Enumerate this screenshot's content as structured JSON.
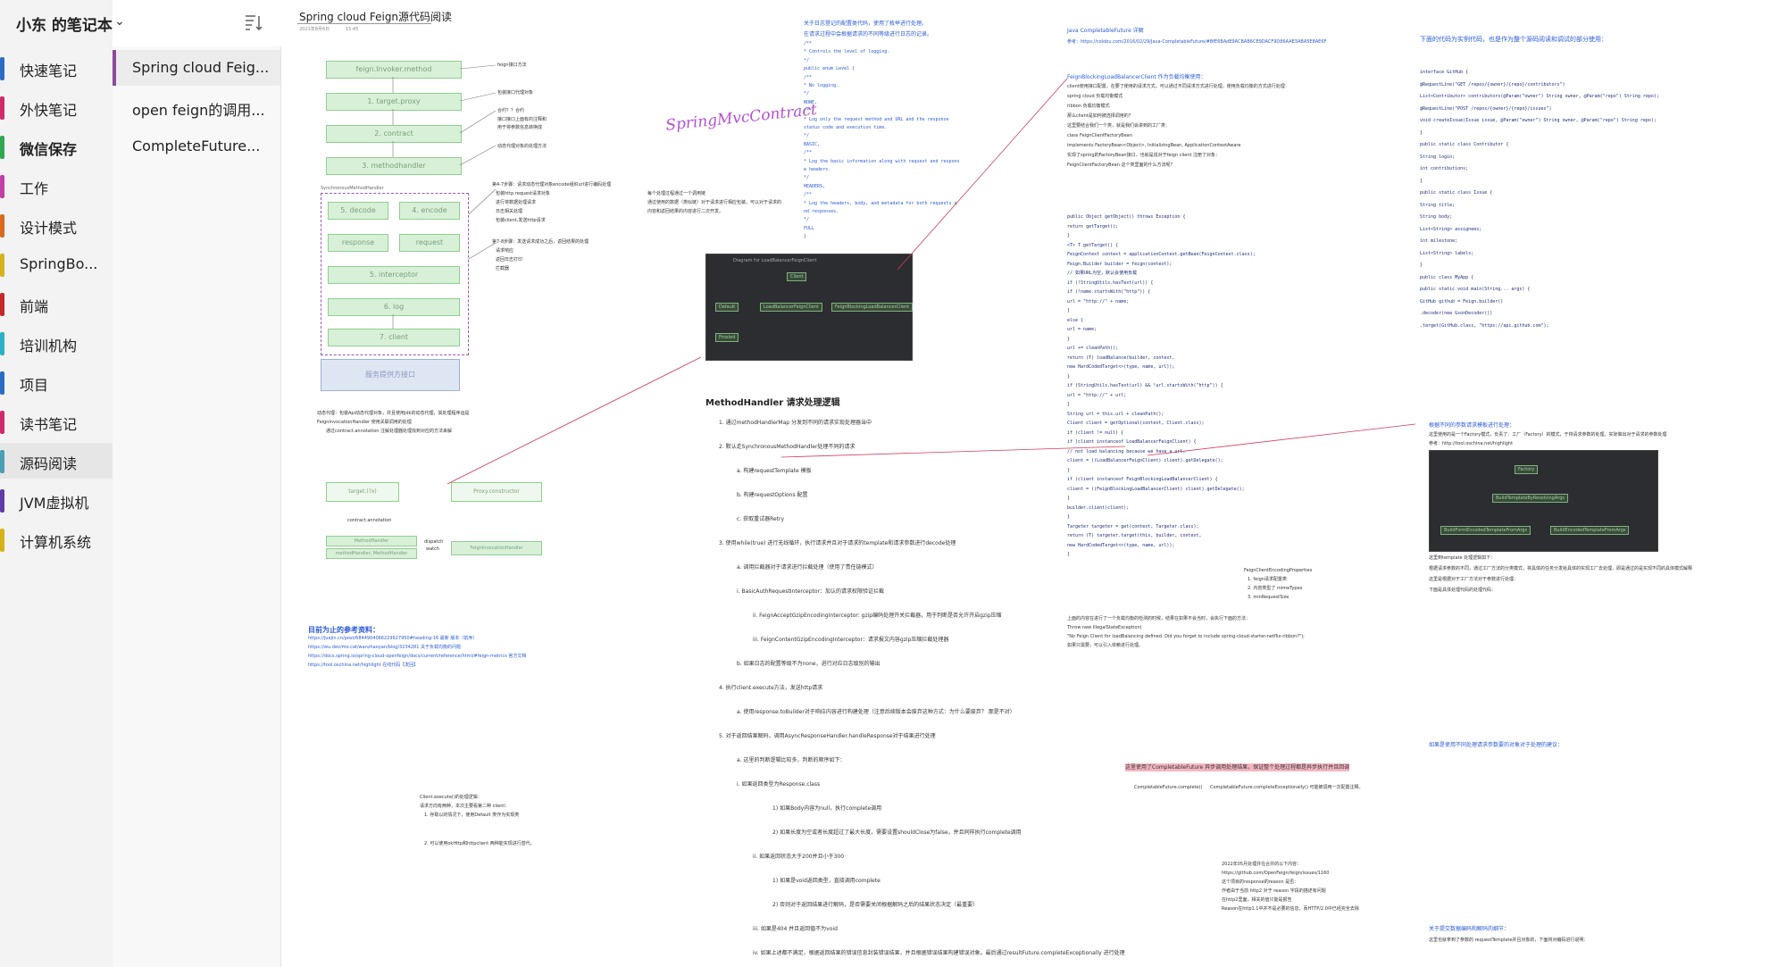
{
  "notebook": {
    "title": "小东 的笔记本",
    "sections": [
      {
        "label": "快速笔记",
        "color": "#2b6cc4"
      },
      {
        "label": "外快笔记",
        "color": "#d12a6a"
      },
      {
        "label": "微信保存",
        "color": "#2fa84f"
      },
      {
        "label": "工作",
        "color": "#c43ea8"
      },
      {
        "label": "设计模式",
        "color": "#d96a1e"
      },
      {
        "label": "SpringBo...",
        "color": "#d6b21a"
      },
      {
        "label": "前端",
        "color": "#c22a2a"
      },
      {
        "label": "培训机构",
        "color": "#2ab1c7"
      },
      {
        "label": "项目",
        "color": "#2b6cc4"
      },
      {
        "label": "读书笔记",
        "color": "#d12a6a"
      },
      {
        "label": "源码阅读",
        "color": "#4a9fb5"
      },
      {
        "label": "JVM虚拟机",
        "color": "#5f3da8"
      },
      {
        "label": "计算机系统",
        "color": "#d6b21a"
      }
    ],
    "pages": [
      "Spring cloud Feig...",
      "open feign的调用...",
      "CompleteFuture..."
    ]
  },
  "page": {
    "title": "Spring cloud Feign源代码阅读",
    "date": "2021年8月6日",
    "time": "15:45",
    "handwriting": "SpringMvcContract",
    "flow_boxes": [
      "feign.Invoker.method",
      "1. target.proxy",
      "2. contract",
      "3. methodhandler",
      "5. decode",
      "4. encode",
      "response",
      "request",
      "5. interceptor",
      "6. log",
      "7. client",
      "服务提供方接口"
    ],
    "sync_label": "SynchronousMethodHandler",
    "flow_notes": [
      "feign接口方法",
      "包装接口代理对象",
      "合约？？合约",
      "接口接口上面有的注释和",
      "用于将参数信息转换成",
      "动态代理对象的处理方法"
    ],
    "step4_notes": [
      "第4-7步骤：请求动态代理对象encode组织url进行编码处理",
      "包装http request请求对象",
      "进行将数据处理请求",
      "日志相关处理",
      "包装client,发送http请求"
    ],
    "step7_notes": [
      "第7-8步骤：发送请求成功之后，返回结果的处理",
      "请求响应",
      "返回日志打印",
      "拦截器"
    ],
    "mid_note": [
      "每个处理过程通过一个调用链",
      "通过使用的数据（类似链）对于请求进行相应包装，可以对于请求的",
      "内容和返回结果的内容进行二次开发。"
    ],
    "dynamic_proxy_note": [
      "动态代理：包装Api动态代理对象，并且使用jdk的动态代理，其处理程序运是",
      "FeignInvocationHandler 使用关联调用的处理",
      "通过contract.annotation 注解处理器处理找到对应的方法来解"
    ],
    "proxy_diagram": [
      "target.(?x)",
      "Proxy.constructor",
      "contract.annotation",
      "MethodHandler",
      "methodHandler, MethodHandler",
      "FeignInvocationHandler",
      "dispatch",
      "watch"
    ],
    "refs_title": "目前为止的参考资料：",
    "refs": [
      "https://juejin.cn/post/6844904066229927950#heading-16 最新 版本（前序）",
      "https://wu.dev/mo.cat/wanzhaoyan/blog/3234281 关于负载均衡的问题",
      "https://docs.spring.io/spring-cloud-openfeign/docs/current/reference/html/#feign-metrics 官方文档",
      "https://tool.oschina.net/highlight 在线代码【发回】"
    ],
    "logger_title": "关于日志登记的配置类代码，使用了枚举进行处理。",
    "logger_sub": "在请求过程中会根据请求的不同等级进行日志的记录。",
    "logger_code": [
      "/**",
      " * Controls the level of logging.",
      " */",
      "public enum Level {",
      "  /**",
      "   * No logging.",
      "   */",
      "  NONE,",
      "  /**",
      "   * Log only the request method and URL and the response",
      "  status code and execution time.",
      "   */",
      "  BASIC,",
      "  /**",
      "   * Log the basic information along with request and respons",
      "  e headers.",
      "   */",
      "  HEADERS,",
      "  /**",
      "   * Log the headers, body, and metadata for both requests a",
      "  nd responses.",
      "   */",
      "  FULL",
      "}"
    ],
    "diagram_title": "Diagram for LoadBalancerFeignClient",
    "diagram_nodes": [
      "Client",
      "Default",
      "LoadBalancerFeignClient",
      "FeignBlockingLoadBalancerClient",
      "Proxied"
    ],
    "mh_title": "MethodHandler 请求处理逻辑",
    "mh_steps": [
      "1. 通过methodHandlerMap 分发到不同的请求实现处理器当中",
      "2. 默认走SynchronousMethodHandler处理不同的请求",
      "a. 构建requestTemplate 模板",
      "b. 构建requestOptions 配置",
      "c. 获取重试器Retry",
      "3. 使用while(true) 进行无线循环，执行请求并且对于请求的template和请求参数进行decode处理",
      "a. 调用拦截器对于请求进行拦截处理（使用了责任链模式）",
      "i. BasicAuthRequestInterceptor：加认的请求权限验证拦截",
      "ii. FeignAcceptGzipEncodingInterceptor: gzip编码处理开关拦截器，用于判断是否允许开启gzip压缩",
      "iii. FeignContentGzipEncodingInterceptor：请求报文内容gzip压缩拦截处理器",
      "b. 如果日志的配置等级不为none，进行对应日志级别的输出",
      "4. 执行client.execute方法，发送http请求",
      "a. 使用response.toBuilder对于响应内容进行构建处理（注意后续版本会废弃这种方式：为什么要废弃？  那是不对）",
      "5. 对于返回结果解码，调用AsyncResponseHandler.handleResponse对于结果进行处理",
      "a. 这里的判断逻辑比较多，判断的顺序如下：",
      "i. 如果返回类型为Response.class",
      "1) 如果Body内容为null，执行complete调用",
      "2) 如果长度为空或者长度超过了最大长度，需要设置shouldClose为false，并且同样执行complete调用",
      "ii. 如果返回状态大于200并且小于300",
      "1) 如果是void返回类型，直接调用complete",
      "2) 否则对于返回结果进行解码，是否需要关闭根据解码之后的结果状态决定（最重要）",
      "iii. 如果是404 并且返回值不为void",
      "iv. 如果上述都不满足，根据返回结果的错误信息封装错误结果，并且根据错误结果构建错误对象。最后通过resultFuture.completeExceptionally 进行处理"
    ],
    "client_exec": [
      "Client.execute()的处理逻辑：",
      "请求方向有两种，本次主要看第二种 client：",
      "1. 存取以的情况下，使用Default 类作为实现类",
      "2. 可以使用okHttp和httpclient 两种能实现进行替代。"
    ],
    "cf_title": "Java CompletableFuture 详解",
    "cf_link": "参考：https://colobu.com/2016/02/29/Java-CompletableFuture/#BfE6BAdE9ACBAB6CE9DACF9D86AAE3ABA5E8AE6F",
    "fblc_title": "FeignBlockingLoadBalancerClient 作为负载均衡使用：",
    "fblc_notes": [
      "client使用接口配置，在要了使用的请求方式，可以通过不同请求方式进行处理，使用负载均衡的方式进行处理：",
      "spring cloud 负载均衡模式",
      "ribbon 负载均衡模式",
      "那么client是如何被选择调用的？",
      "这里要结合我们一个类，就是我们会讲到的工厂类：",
      "class FeignClientFactoryBean",
      "implements FactoryBean<Object>, InitializingBean, ApplicationContextAware",
      "实现了spring的FactoryBean接口，也就是说对于feign client 注册了对象：",
      "FeignClientFactoryBean 这个类里面的什么方法呢？"
    ],
    "code_block": [
      "public Object getObject() throws Exception {",
      "  return getTarget();",
      "}",
      "<T> T getTarget() {",
      "  FeignContext context = applicationContext.getBean(FeignContext.class);",
      "  Feign.Builder builder = feign(context);",
      "  // 如果URL为空，默认会使用负载",
      "  if (!StringUtils.hasText(url)) {",
      "    if (!name.startsWith(\"http\")) {",
      "      url = \"http://\" + name;",
      "    }",
      "    else {",
      "      url = name;",
      "    }",
      "    url += cleanPath();",
      "    return (T) loadBalance(builder, context,",
      "        new HardCodedTarget<>(type, name, url));",
      "  }",
      "  if (StringUtils.hasText(url) && !url.startsWith(\"http\")) {",
      "    url = \"http://\" + url;",
      "  }",
      "  String url = this.url + cleanPath();",
      "  Client client = getOptional(context, Client.class);",
      "  if (client != null) {",
      "    if (client instanceof LoadBalancerFeignClient) {",
      "      // not load balancing because we have a url,",
      "      client = ((LoadBalancerFeignClient) client).getDelegate();",
      "    }",
      "    if (client instanceof FeignBlockingLoadBalancerClient) {",
      "      client = ((FeignBlockingLoadBalancerClient) client).getDelegate();",
      "    }",
      "    builder.client(client);",
      "  }",
      "  Targeter targeter = get(context, Targeter.class);",
      "  return (T) targeter.target(this, builder, context,",
      "      new HardCodedTarget<>(type, name, url));",
      "}"
    ],
    "no_lb_note": [
      "上面的内容在进行了一个负载均衡的检测的时候，结果在如果不会当时，会执行下面的方法：",
      "Throw new IllegalStateException(",
      "  \"No Feign Client for loadBalancing defined. Did you forget to include spring-cloud-starter-netflix-ribbon?\");",
      "如果只需要，可以引入依赖进行处理。"
    ],
    "fcep_title": "FeignClientEncodingProperties",
    "fcep_items": [
      "1. feign请求配置类",
      "2. 内容类型了 mimeTypes",
      "3. minRequestSize"
    ],
    "complete_note": "这里使用了CompletableFuture 异步调用处理结果，保证整个处理过程都是异步执行并且回调",
    "complete_calls": [
      "CompletableFuture.complete()",
      "CompletableFuture.completeExceptionally() 可能被调用一次配置注释。"
    ],
    "right_title": "下面的代码为实例代码，也是作为整个源码阅读和调试的部分使用：",
    "right_code": [
      "interface GitHub {",
      "  @RequestLine(\"GET /repos/{owner}/{repo}/contributors\")",
      "  List<Contributor> contributors(@Param(\"owner\") String owner, @Param(\"repo\") String repo);",
      "  @RequestLine(\"POST /repos/{owner}/{repo}/issues\")",
      "  void createIssue(Issue issue, @Param(\"owner\") String owner, @Param(\"repo\") String repo);",
      "}",
      "public static class Contributor {",
      "  String login;",
      "  int contributions;",
      "}",
      "public static class Issue {",
      "  String title;",
      "  String body;",
      "  List<String> assignees;",
      "  int milestone;",
      "  List<String> labels;",
      "}",
      "public class MyApp {",
      "  public static void main(String... args) {",
      "    GitHub github = Feign.builder()",
      "                         .decoder(new GsonDecoder())",
      "                         .target(GitHub.class, \"https://api.github.com\");"
    ],
    "factory_title": "根据不同的参数请求模板进行处理：",
    "factory_notes": [
      "这里使用的是一个Factory模式，负责了：工厂（Factory）的模式，于将请求参数的处理，实际做出对于请求的参数处理",
      "参考：http://tool.oschina.net/highlight"
    ],
    "factory_nodes": [
      "Factory",
      "BuildTemplateByResolvingArgs",
      "BuildFormEncodedTemplateFromArgs",
      "BuildEncodedTemplateFromArgs"
    ],
    "resolve_notes": [
      "这里到template 处理逻辑如下：",
      "根据请求参数的不同，通过工厂方法的分类模式，将具体的任务分发给具体的实现工厂去处理，即是通过的是实现不同的具体模式解释",
      "这里是根据对于工厂方法对于参数进行处理：",
      "下面是具体处理代码的处理代码："
    ],
    "form_title": "如果是使用不同处理请求参数要的对象对于处理的建议：",
    "extra_notes": [
      "2022年05月处理并在合并的以下内容：",
      "https://github.com/OpenFeign/feign/issues/1160",
      "这个项目的response的reason 是否：",
      "作者由于当前 http2 对于 reason 字段的描述有问题",
      "在http2里面，相关的值只能是报告",
      "Reason在http1.1中并不是必要的信息，而HTTP/2.0中已经完全去除"
    ],
    "decode_title": "关于提交数据编码和解码的细节：",
    "decode_note": "这里也就拿到了参数的 requestTemplate并且对象的，下面将对编码进行说明："
  }
}
